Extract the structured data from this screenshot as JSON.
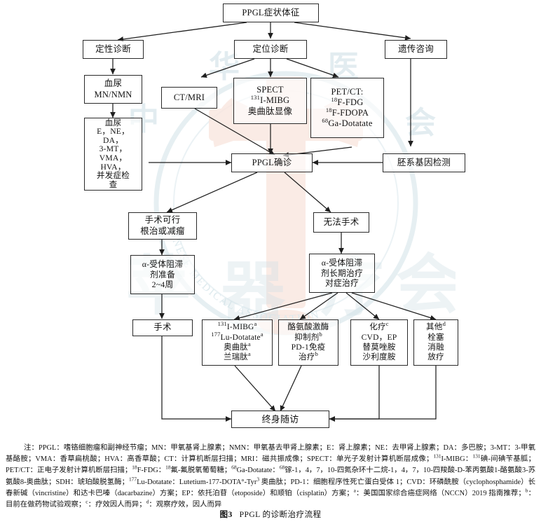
{
  "figure": {
    "caption_label": "图3",
    "caption_text": "PPGL 的诊断治疗流程"
  },
  "watermark": {
    "outer_text": "CHINESE MEDICAL ASSOCIATION",
    "chinese_top": "中 华 医 学 会",
    "chinese_bottom": "中华医学会"
  },
  "nodes": {
    "root": {
      "lines": [
        "PPGL症状体征"
      ]
    },
    "qualitative": {
      "lines": [
        "定性诊断"
      ]
    },
    "localization": {
      "lines": [
        "定位诊断"
      ]
    },
    "genetic": {
      "lines": [
        "遗传咨询"
      ]
    },
    "blood_mn": {
      "lines": [
        "血尿",
        "MN/NMN"
      ]
    },
    "blood_panel": {
      "lines": [
        "血尿",
        "E，NE，",
        "DA，",
        "3-MT，",
        "VMA，",
        "HVA，",
        "并发症检",
        "查"
      ]
    },
    "ctmri": {
      "lines": [
        "CT/MRI"
      ]
    },
    "spect": {
      "lines": [
        "SPECT",
        "131I-MIBG",
        "奥曲肽显像"
      ],
      "spect_sup": "131",
      "spect_rest": "I-MIBG"
    },
    "petct": {
      "lines": [
        "PET/CT:",
        "18F-FDG",
        "18F-FDOPA",
        "68Ga-Dotatate"
      ]
    },
    "germline": {
      "lines": [
        "胚系基因检测"
      ]
    },
    "diagnosis": {
      "lines": [
        "PPGL确诊"
      ]
    },
    "operable": {
      "lines": [
        "手术可行",
        "根治或减瘤"
      ]
    },
    "inoperable": {
      "lines": [
        "无法手术"
      ]
    },
    "alpha_prep": {
      "lines": [
        "α-受体阻滞",
        "剂准备",
        "2~4周"
      ]
    },
    "alpha_long": {
      "lines": [
        "α-受体阻滞",
        "剂长期治疗",
        "对症治疗"
      ]
    },
    "surgery": {
      "lines": [
        "手术"
      ]
    },
    "radionuclide": {
      "lines": [
        "131I-MIBGa",
        "177Lu-Dotatatea",
        "奥曲肽a",
        "兰瑞肽a"
      ]
    },
    "targeted": {
      "lines": [
        "酪氨酸激酶",
        "抑制剂b",
        "PD-1免疫",
        "治疗b"
      ]
    },
    "chemo": {
      "lines": [
        "化疗c",
        "CVD，EP",
        "替莫唑胺",
        "沙利度胺"
      ]
    },
    "other": {
      "lines": [
        "其他d",
        "栓塞",
        "消融",
        "放疗"
      ]
    }
  },
  "notes": {
    "line1_prefix": "注：",
    "body": "PPGL：嗜铬细胞瘤和副神经节瘤；MN：甲氧基肾上腺素；NMN：甲氧基去甲肾上腺素；E：肾上腺素；NE：去甲肾上腺素；DA：多巴胺；3-MT：3-甲氧基酪胺；VMA：香草扁桃酸；HVA：高香草酸；CT：计算机断层扫描；MRI：磁共振成像；SPECT：单光子发射计算机断层成像；131I-MIBG：131碘-间碘苄基胍；PET/CT：正电子发射计算机断层扫描；18F-FDG：18氟-氟脱氧葡萄糖；68Ga-Dotatate：68镓-1，4，7，10-四氮杂环十二烷-1，4，7，10-四羧酸-D-苯丙氨酸1-酪氨酸3-苏氨酸8-奥曲肽；SDH：琥珀酸脱氢酶；177Lu-Dotatate：Lutetium-177-DOTA°-Tyr3 奥曲肽；PD-1：细胞程序性死亡蛋白受体 1；CVD：环磷酰胺（cyclophosphamide）长春新碱（vincristine）和达卡巴嗪（dacarbazine）方案；EP：依托泊苷（etoposide）和顺铂（cisplatin）方案；a：美国国家综合癌症网络（NCCN）2019 指南推荐；b：目前在做药物试验观察；c：疗效因人而异；d：观察疗效，因人而异"
  }
}
